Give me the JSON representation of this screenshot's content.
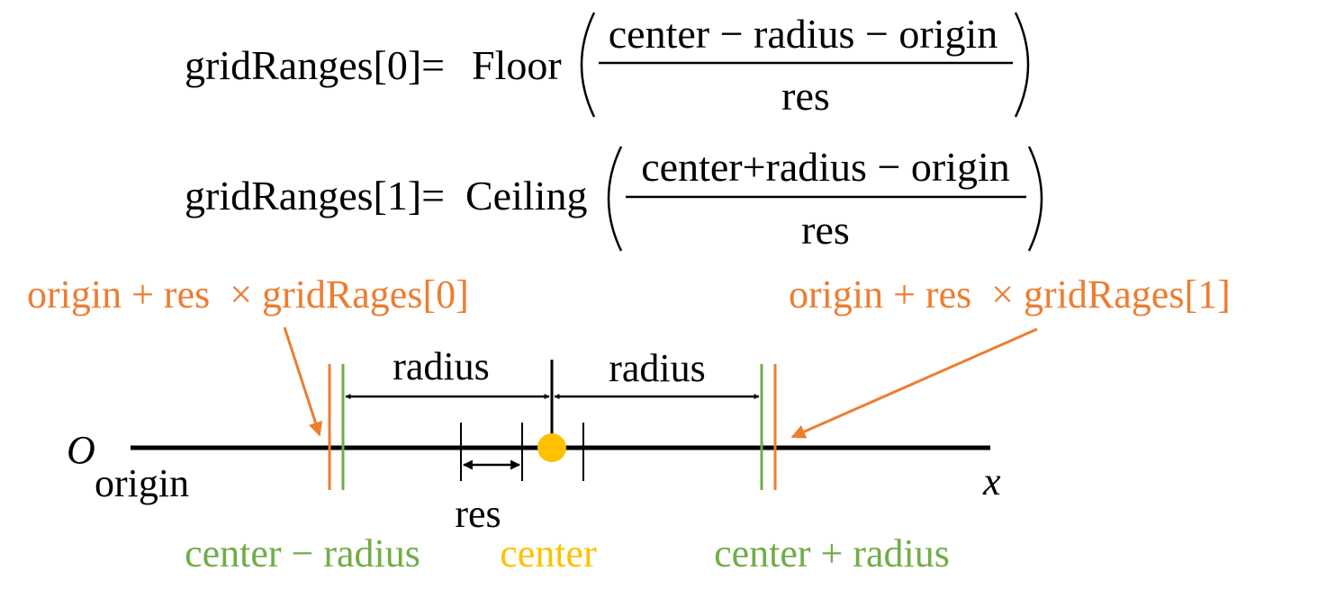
{
  "colors": {
    "text": "#000000",
    "orange": "#ED7D31",
    "green": "#70AD47",
    "gold": "#FFC000"
  },
  "equations": {
    "floor": {
      "lhs": "gridRanges[0]=",
      "func": "Floor",
      "numerator": "center − radius − origin",
      "denominator": "res"
    },
    "ceiling": {
      "lhs": "gridRanges[1]=",
      "func": "Ceiling",
      "numerator": "center+radius − origin",
      "denominator": "res"
    }
  },
  "annotations": {
    "lower_grid_bound": "origin + res  × gridRages[0]",
    "upper_grid_bound": "origin + res  × gridRages[1]"
  },
  "axis": {
    "origin_symbol": "O",
    "origin_label": "origin",
    "axis_label": "x"
  },
  "dimensions": {
    "radius_left": "radius",
    "radius_right": "radius",
    "res": "res"
  },
  "markers": {
    "lower": "center − radius",
    "center": "center",
    "upper": "center + radius"
  }
}
